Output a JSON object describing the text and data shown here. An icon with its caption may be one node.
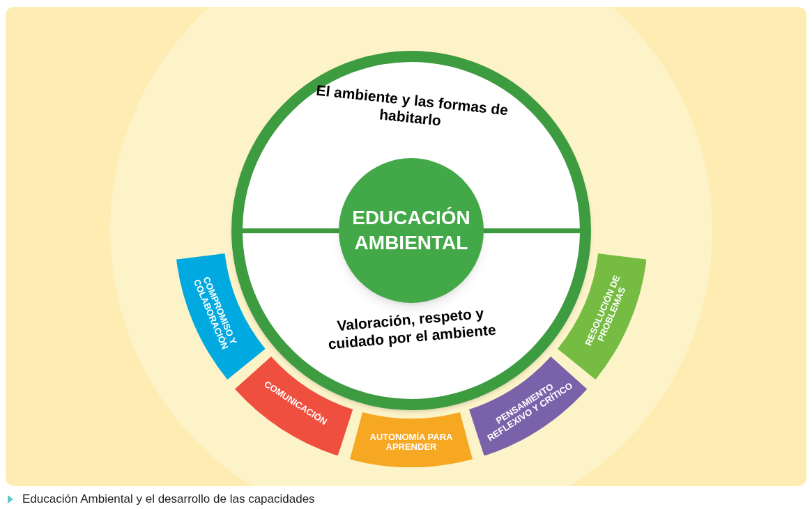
{
  "diagram": {
    "caption": "Educación Ambiental y el desarrollo de las capacidades",
    "nodes": [
      {
        "text": [
          "EDUCACIÓN AMBIENTAL"
        ]
      },
      {
        "text": [
          "El ambiente y las formas de habitarlo"
        ]
      },
      {
        "text": [
          "Valoración, respeto y cuidado por el ambiente"
        ]
      },
      {
        "text": [
          "COMPROMISO Y COLABORACIÓN"
        ]
      },
      {
        "text": [
          "COMUNICACIÓN"
        ]
      },
      {
        "text": [
          "AUTONOMÍA PARA APRENDER"
        ]
      },
      {
        "text": [
          "PENSAMIENTO REFLEXIVO Y CRÍTICO"
        ]
      },
      {
        "text": [
          "RESOLUCIÓN DE PROBLEMAS"
        ]
      }
    ],
    "edges": []
  }
}
